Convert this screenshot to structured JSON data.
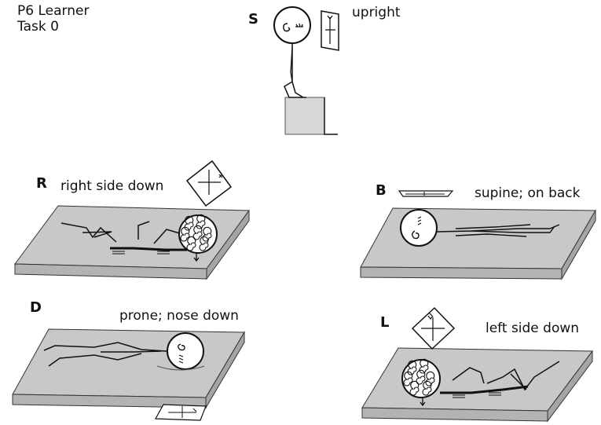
{
  "header": {
    "line1": "P6 Learner",
    "line2": "Task 0"
  },
  "panels": [
    {
      "id": "S",
      "letter": "S",
      "label": "upright"
    },
    {
      "id": "R",
      "letter": "R",
      "label": "right side down"
    },
    {
      "id": "B",
      "letter": "B",
      "label": "supine; on back"
    },
    {
      "id": "D",
      "letter": "D",
      "label": "prone; nose down"
    },
    {
      "id": "L",
      "letter": "L",
      "label": "left side down"
    }
  ],
  "colors": {
    "table_top": "#c8c8c8",
    "table_side": "#b0b0b0",
    "stroke": "#111111",
    "chair": "#d7d7d7"
  }
}
